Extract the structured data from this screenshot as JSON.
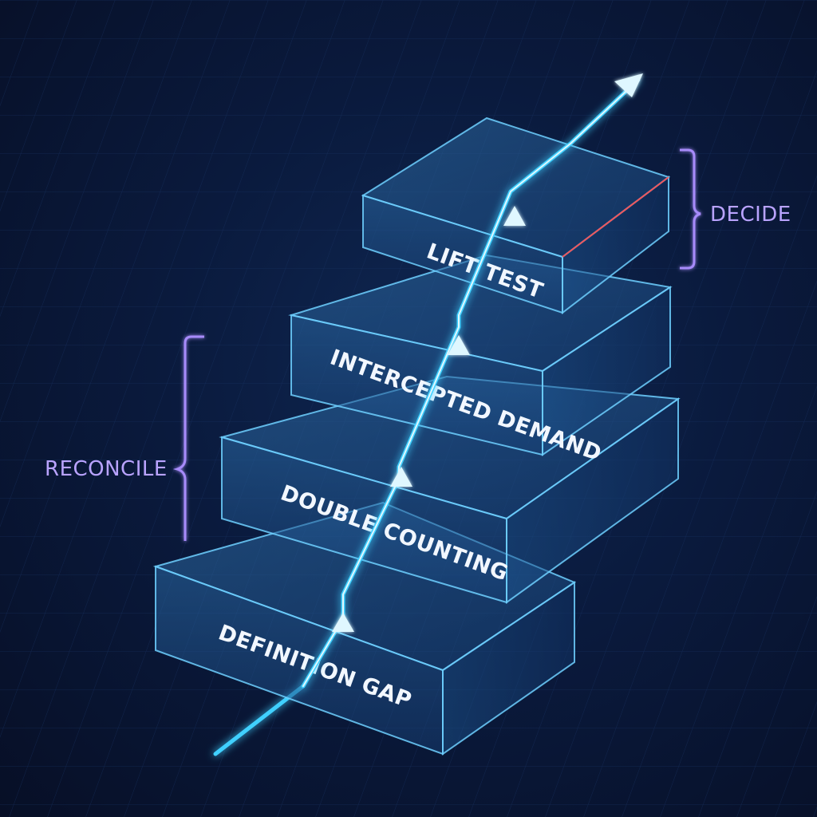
{
  "layers": [
    {
      "label": "DEFINITION GAP"
    },
    {
      "label": "DOUBLE COUNTING"
    },
    {
      "label": "INTERCEPTED DEMAND"
    },
    {
      "label": "LIFT TEST"
    }
  ],
  "brackets": {
    "reconcile": {
      "label": "RECONCILE"
    },
    "decide": {
      "label": "DECIDE"
    }
  },
  "colors": {
    "background": "#0a1a3d",
    "slab_edge": "#6fd0ff",
    "arrow_glow": "#3fd0ff",
    "bracket": "#a78bfa",
    "accent_edge": "#ff4a4a"
  }
}
